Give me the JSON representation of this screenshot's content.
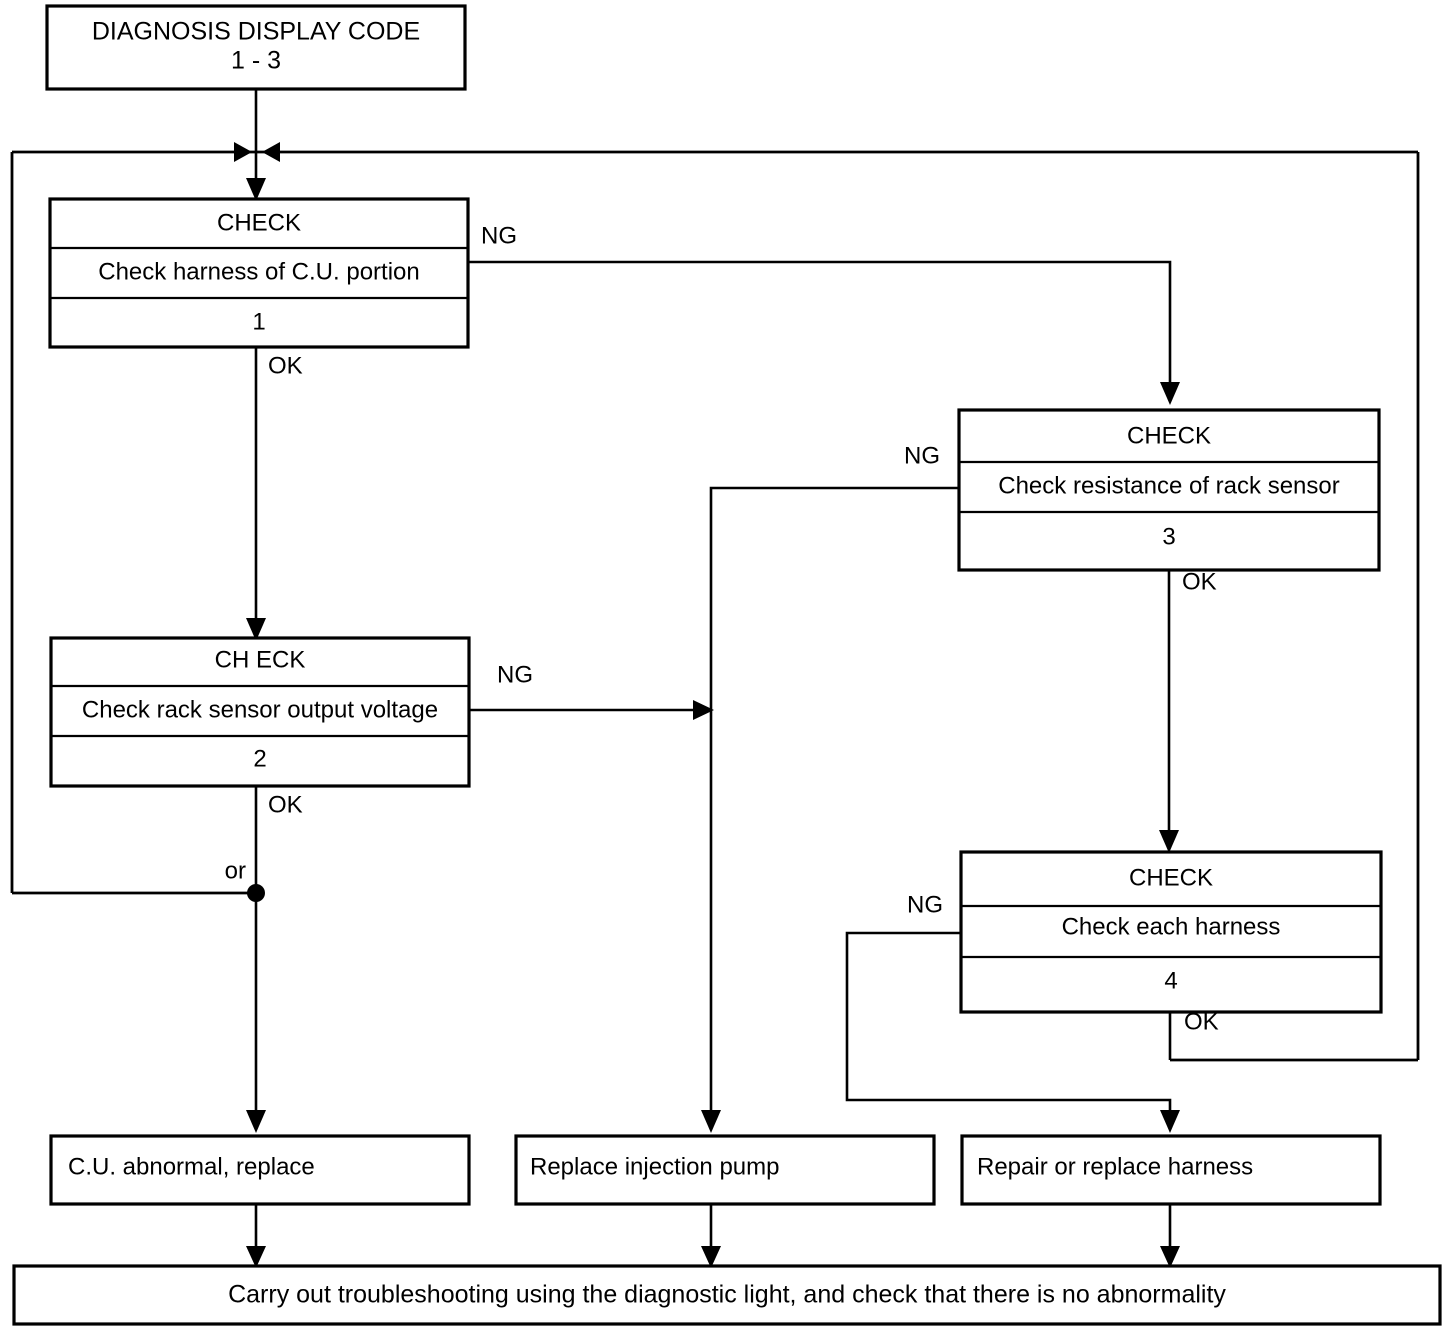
{
  "diagram": {
    "type": "flowchart",
    "title": "Diagnosis display code 1 - 3 troubleshooting flow",
    "start": {
      "line1": "DIAGNOSIS DISPLAY CODE",
      "line2": "1 - 3"
    },
    "check_boxes": [
      {
        "id": "check1",
        "header": "CHECK",
        "body": "Check harness of C.U. portion",
        "number": "1",
        "ok_label": "OK",
        "ng_label": "NG"
      },
      {
        "id": "check3",
        "header": "CHECK",
        "body": "Check resistance of rack sensor",
        "number": "3",
        "ok_label": "OK",
        "ng_label": "NG"
      },
      {
        "id": "check2",
        "header": "CH ECK",
        "body": "Check rack sensor output voltage",
        "number": "2",
        "ok_label": "OK",
        "ng_label": "NG"
      },
      {
        "id": "check4",
        "header": "CHECK",
        "body": "Check each harness",
        "number": "4",
        "ok_label": "OK",
        "ng_label": "NG"
      }
    ],
    "junction_label": "or",
    "results": [
      {
        "id": "result-cu",
        "label": "C.U. abnormal, replace"
      },
      {
        "id": "result-pump",
        "label": "Replace injection pump"
      },
      {
        "id": "result-harness",
        "label": "Repair or replace harness"
      }
    ],
    "final": "Carry out troubleshooting using the diagnostic light, and check that there is no abnormality",
    "colors": {
      "line": "#000000",
      "background": "#ffffff",
      "text": "#000000"
    }
  }
}
